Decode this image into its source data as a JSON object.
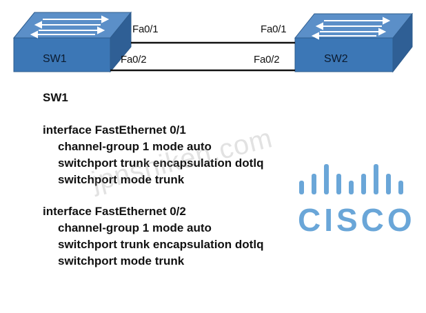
{
  "topology": {
    "sw1": {
      "label": "SW1"
    },
    "sw2": {
      "label": "SW2"
    },
    "links": [
      {
        "left_port": "Fa0/1",
        "right_port": "Fa0/1"
      },
      {
        "left_port": "Fa0/2",
        "right_port": "Fa0/2"
      }
    ],
    "colors": {
      "switch_top": "#5b8fc8",
      "switch_front": "#3c77b6",
      "switch_side": "#2f5f95"
    }
  },
  "config": {
    "device": "SW1",
    "blocks": [
      {
        "interface": "interface FastEthernet 0/1",
        "commands": [
          "channel-group 1 mode auto",
          "switchport trunk encapsulation dotlq",
          "switchport mode trunk"
        ]
      },
      {
        "interface": "interface FastEthernet 0/2",
        "commands": [
          "channel-group 1 mode auto",
          "switchport trunk encapsulation dotlq",
          "switchport mode trunk"
        ]
      }
    ]
  },
  "watermark": {
    "text": "jpnshiken.com"
  },
  "logo": {
    "word": "CISCO",
    "color": "#6aa6d8"
  }
}
